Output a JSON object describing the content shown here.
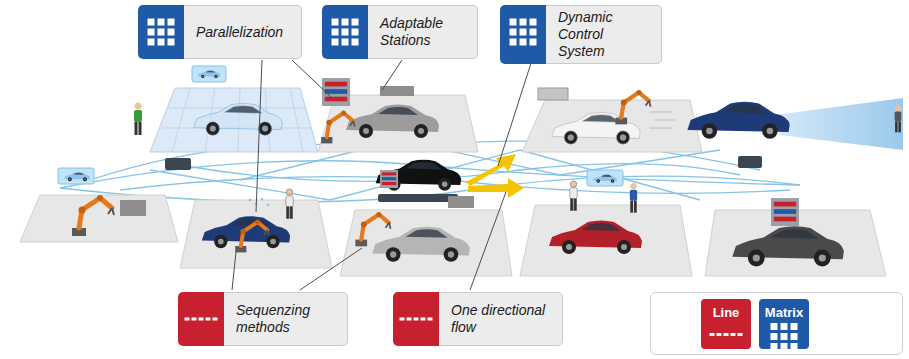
{
  "diagram": {
    "nodes": [
      {
        "text": [
          "Parallelization"
        ]
      },
      {
        "text": [
          "Adaptable Stations"
        ]
      },
      {
        "text": [
          "Dynamic Control System"
        ]
      },
      {
        "text": [
          "Sequenzing methods"
        ]
      },
      {
        "text": [
          "One directional flow"
        ]
      }
    ],
    "legend": [
      {
        "text": "Line",
        "color": "#c8202f"
      },
      {
        "text": "Matrix",
        "color": "#1f5aa8"
      }
    ]
  }
}
